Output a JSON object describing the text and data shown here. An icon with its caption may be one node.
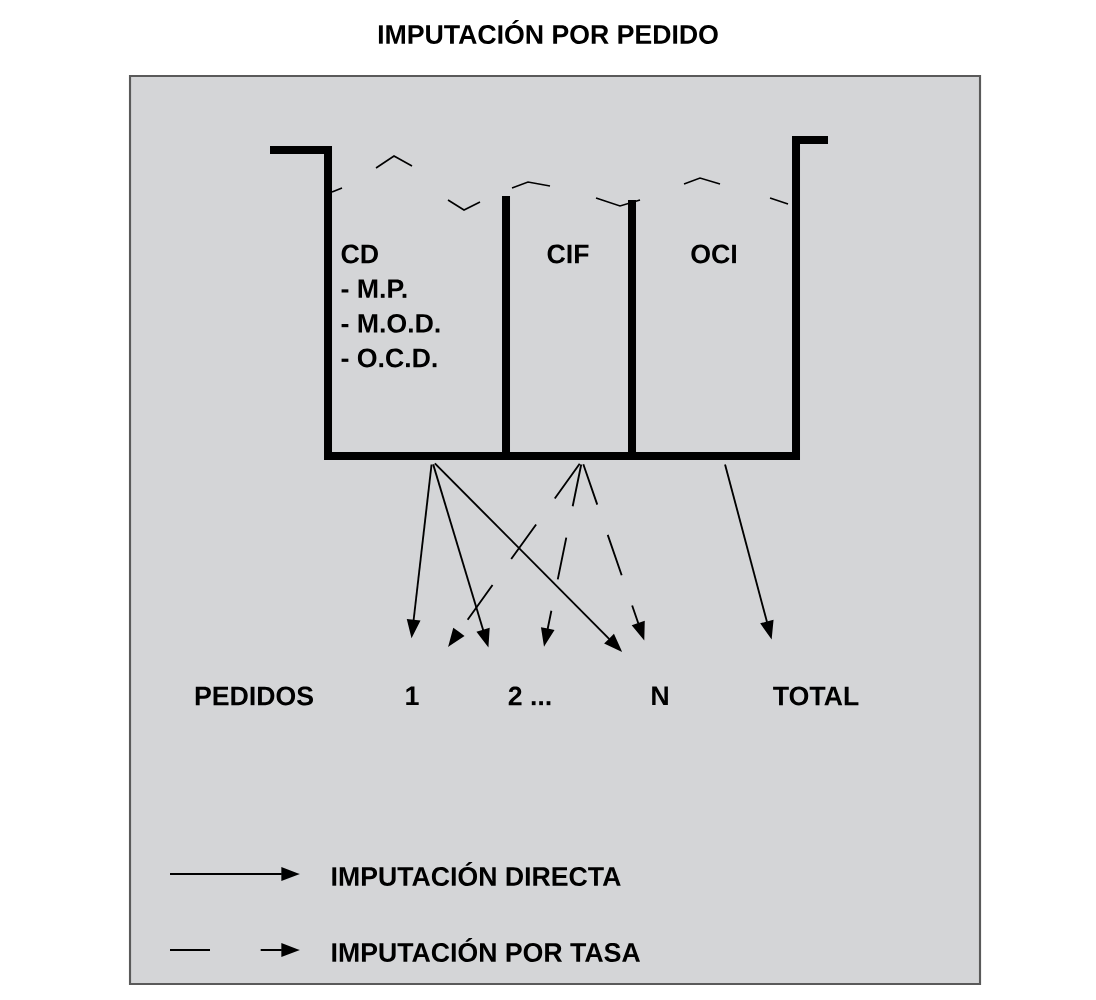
{
  "diagram": {
    "title": "IMPUTACIÓN POR PEDIDO",
    "nodes": [
      {
        "text": [
          "CD",
          "- M.P.",
          "- M.O.D.",
          "- O.C.D."
        ]
      },
      {
        "text": [
          "CIF"
        ]
      },
      {
        "text": [
          "OCI"
        ]
      },
      {
        "text": [
          "1"
        ]
      },
      {
        "text": [
          "2 ..."
        ]
      },
      {
        "text": [
          "N"
        ]
      },
      {
        "text": [
          "TOTAL"
        ]
      }
    ],
    "edges": [
      {
        "from": 0,
        "to": 3,
        "arrow": "to"
      },
      {
        "from": 0,
        "to": 4,
        "arrow": "to"
      },
      {
        "from": 0,
        "to": 5,
        "arrow": "to"
      },
      {
        "from": 1,
        "to": 3,
        "arrow": "to",
        "style": "dashed"
      },
      {
        "from": 1,
        "to": 4,
        "arrow": "to",
        "style": "dashed"
      },
      {
        "from": 1,
        "to": 5,
        "arrow": "to",
        "style": "dashed"
      },
      {
        "from": 2,
        "to": 6,
        "arrow": "to"
      }
    ],
    "labels": [
      "PEDIDOS"
    ],
    "legend": [
      {
        "text": "IMPUTACIÓN DIRECTA"
      },
      {
        "text": "IMPUTACIÓN POR TASA"
      }
    ]
  }
}
